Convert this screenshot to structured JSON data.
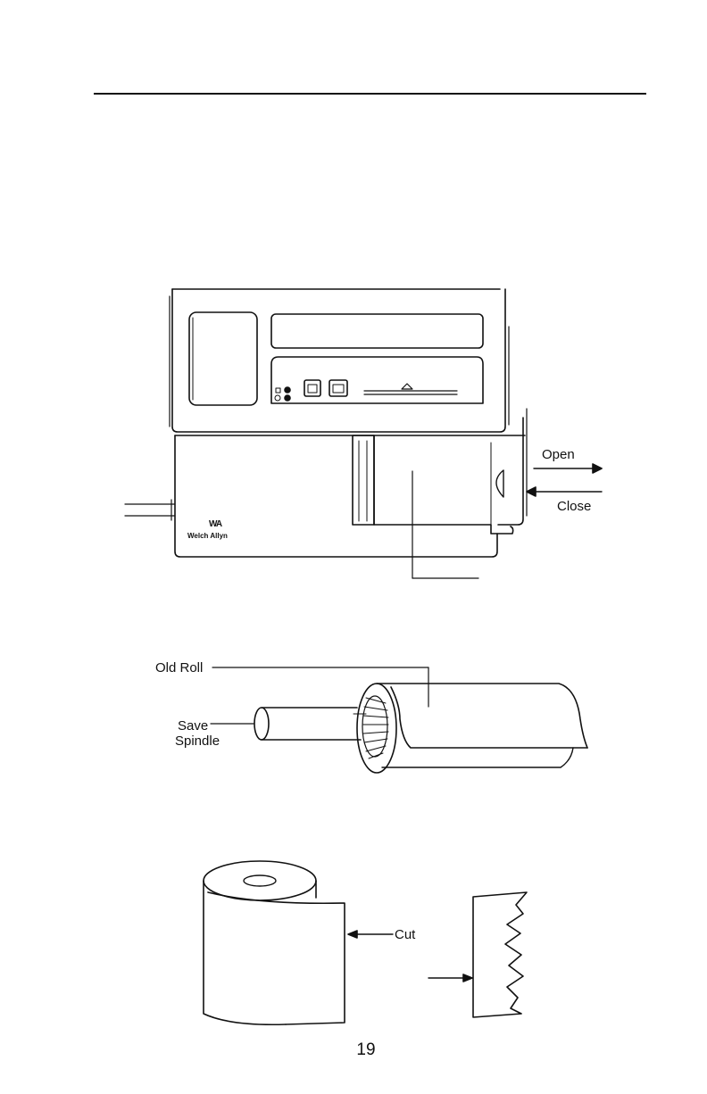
{
  "monitor": {
    "brand_mark": "WA",
    "brand_name": "Welch Allyn",
    "open_label": "Open",
    "close_label": "Close"
  },
  "roll_figure": {
    "old_roll_label": "Old Roll",
    "save_label": "Save",
    "spindle_label": "Spindle"
  },
  "cut_figure": {
    "cut_label": "Cut"
  },
  "page_number": "19"
}
